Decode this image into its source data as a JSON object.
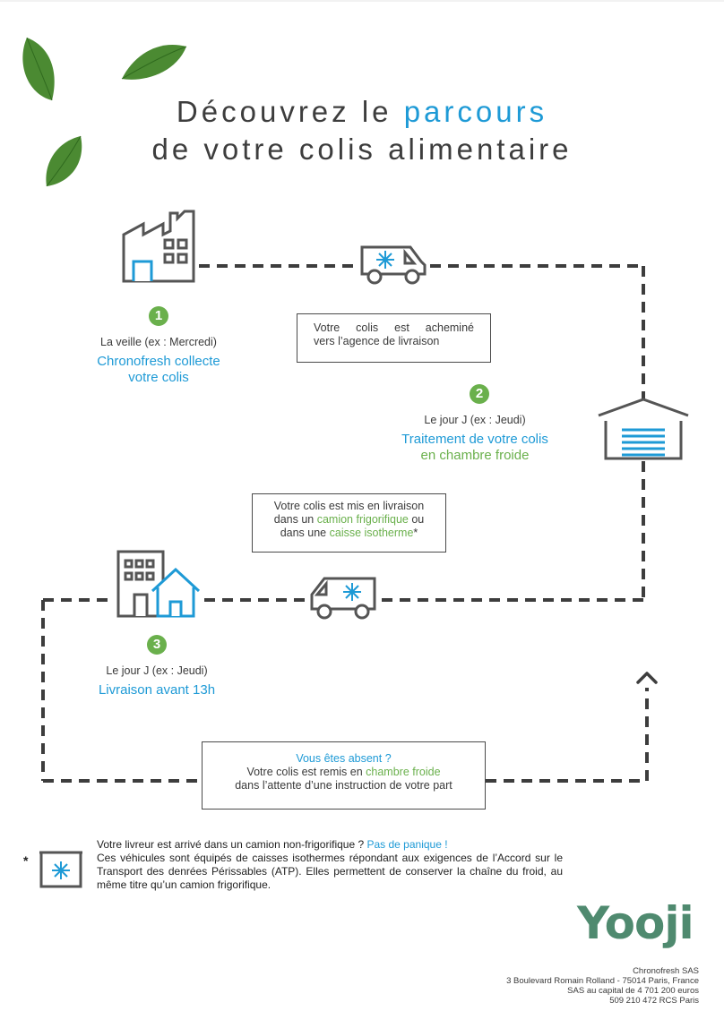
{
  "title": {
    "line1_prefix": "Découvrez le ",
    "line1_highlight": "parcours",
    "line2": "de votre colis alimentaire"
  },
  "steps": [
    {
      "number": "1",
      "when": "La veille (ex : Mercredi)",
      "title_line1": "Chronofresh collecte",
      "title_line2": "votre colis"
    },
    {
      "number": "2",
      "when": "Le jour J (ex : Jeudi)",
      "title_line1_blue": "Traitement de votre colis",
      "title_line2_green": "en chambre froide"
    },
    {
      "number": "3",
      "when": "Le jour J (ex : Jeudi)",
      "title_line1": "Livraison avant 13h"
    }
  ],
  "box_transit": {
    "line1": "Votre colis est acheminé",
    "line2": "vers l’agence de livraison"
  },
  "box_delivery": {
    "line1": "Votre colis est mis en livraison",
    "line2_prefix": "dans un ",
    "line2_green": "camion frigorifique",
    "line2_suffix": " ou",
    "line3_prefix": "dans une ",
    "line3_green": "caisse isotherme",
    "line3_suffix": "*"
  },
  "box_absent": {
    "line1_blue": "Vous êtes absent ?",
    "line2_prefix": "Votre colis est remis en ",
    "line2_green": "chambre froide",
    "line3": "dans l’attente d’une instruction de votre part"
  },
  "footnote": {
    "asterisk": "*",
    "line1_prefix": "Votre livreur est arrivé dans un camion non-frigorifique ? ",
    "line1_blue": "Pas de panique !",
    "body": "Ces véhicules sont équipés de caisses isothermes répondant aux exigences de l’Accord sur le Transport des denrées Périssables (ATP). Elles permettent de conserver la chaîne du froid, au même titre qu’un camion frigorifique."
  },
  "brand": {
    "logo_text": "Yooji"
  },
  "legal": [
    "Chronofresh SAS",
    "3 Boulevard Romain Rolland - 75014 Paris, France",
    "SAS au capital de 4 701 200 euros",
    "509 210 472 RCS Paris"
  ],
  "colors": {
    "blue": "#1e9ad6",
    "green": "#6ab04c",
    "dark": "#3d3d3d",
    "logo": "#4f8a6f"
  },
  "icons": [
    "leaf-icon",
    "factory-icon",
    "refrigerated-truck-icon",
    "cold-storage-icon",
    "building-house-icon",
    "isothermal-box-icon",
    "arrow-up-icon"
  ]
}
